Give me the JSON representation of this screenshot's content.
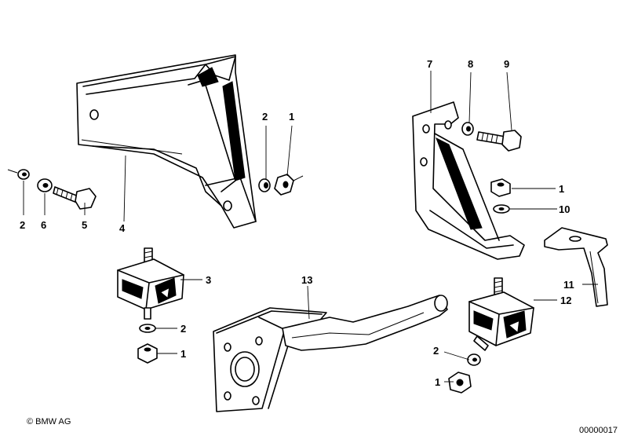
{
  "diagram": {
    "callouts": {
      "c4_2a": "2",
      "c4_1a": "1",
      "c6_2": "2",
      "c6_6": "6",
      "c6_5": "5",
      "c4_4": "4",
      "c7": "7",
      "c8": "8",
      "c9": "9",
      "c1_r": "1",
      "c10": "10",
      "c3": "3",
      "c2_m": "2",
      "c1_m": "1",
      "c13": "13",
      "c11": "11",
      "c12": "12",
      "c2_b": "2",
      "c1_b": "1"
    },
    "copyright": "© BMW AG",
    "diagram_id": "00000017"
  }
}
